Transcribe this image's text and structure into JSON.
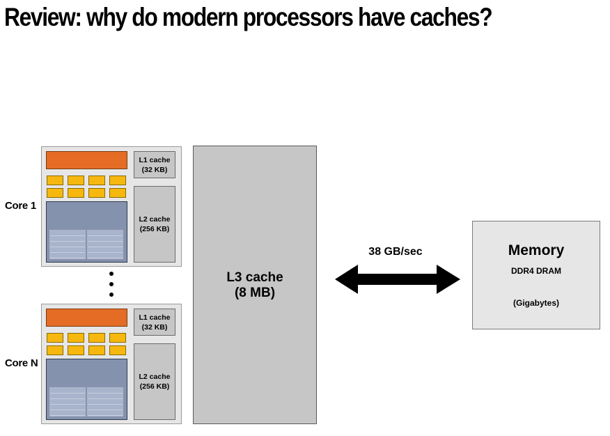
{
  "title": "Review: why do modern processors have caches?",
  "cores": [
    {
      "label": "Core 1",
      "l1": {
        "name": "L1 cache",
        "size": "(32 KB)"
      },
      "l2": {
        "name": "L2 cache",
        "size": "(256 KB)"
      }
    },
    {
      "label": "Core N",
      "l1": {
        "name": "L1 cache",
        "size": "(32 KB)"
      },
      "l2": {
        "name": "L2 cache",
        "size": "(256 KB)"
      }
    }
  ],
  "l3": {
    "name": "L3 cache",
    "size": "(8 MB)"
  },
  "bandwidth": "38 GB/sec",
  "memory": {
    "title": "Memory",
    "type": "DDR4 DRAM",
    "size": "(Gigabytes)"
  },
  "colors": {
    "fetch_decode": "#e46c25",
    "alu": "#f6b80f",
    "exec_context": "#8592ad",
    "cache": "#c6c6c6",
    "memory": "#e6e6e6"
  }
}
